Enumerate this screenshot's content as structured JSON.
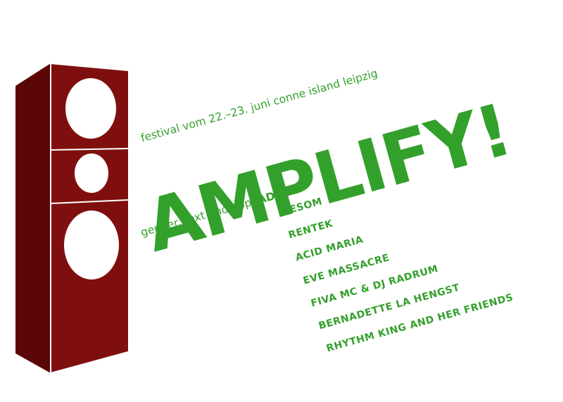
{
  "colors": {
    "accent_green": "#33a02c",
    "speaker_red": "#7f0f0f",
    "background": "#ffffff"
  },
  "headline": "AMPLIFY!",
  "subtitle": "festival vom 22.–23. juni conne island leipzig",
  "tagline": "gender. text und pop.",
  "lineup": [
    "ADA",
    "RESOM",
    "RENTEK",
    "ACID MARIA",
    "EVE MASSACRE",
    "FIVA MC & DJ RADRUM",
    "BERNADETTE LA HENGST",
    "RHYTHM KING AND HER FRIENDS"
  ],
  "graphic": "speaker-stack-icon"
}
